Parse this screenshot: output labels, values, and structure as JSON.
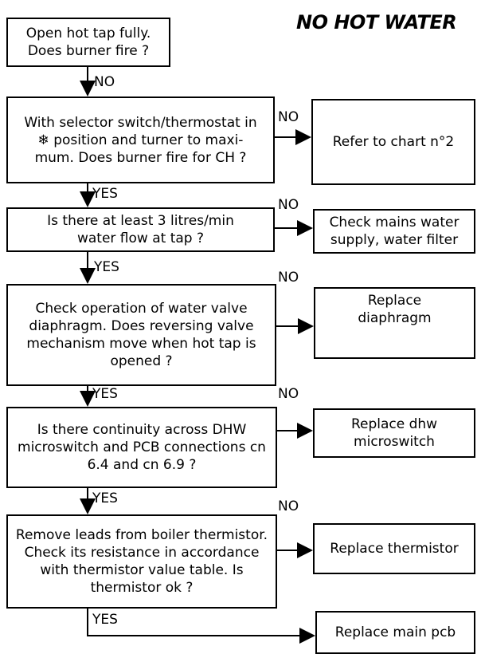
{
  "title": "NO HOT WATER",
  "steps": [
    {
      "text": "Open hot tap fully. Does burner fire ?",
      "answer": "NO"
    },
    {
      "text": "With selector switch/thermostat in ❄ position and turner to maxi- mum. Does burner fire for CH ?",
      "answer": "YES",
      "branch_label": "NO",
      "action": "Refer to chart n°2"
    },
    {
      "text": "Is there at least 3 litres/min water flow at tap ?",
      "answer": "YES",
      "branch_label": "NO",
      "action": "Check mains water supply, water filter"
    },
    {
      "text": "Check operation of water valve diaphragm. Does reversing valve mechanism move when hot tap is opened ?",
      "answer": "YES",
      "branch_label": "NO",
      "action": "Replace diaphragm"
    },
    {
      "text": "Is there continuity across DHW microswitch and PCB connections cn 6.4 and cn 6.9 ?",
      "answer": "YES",
      "branch_label": "NO",
      "action": "Replace dhw microswitch"
    },
    {
      "text": "Remove leads from boiler thermistor. Check its resistance in accordance with thermistor value table. Is thermistor ok ?",
      "answer": "YES",
      "branch_label": "NO",
      "action": "Replace thermistor"
    }
  ],
  "final_action": "Replace main pcb"
}
